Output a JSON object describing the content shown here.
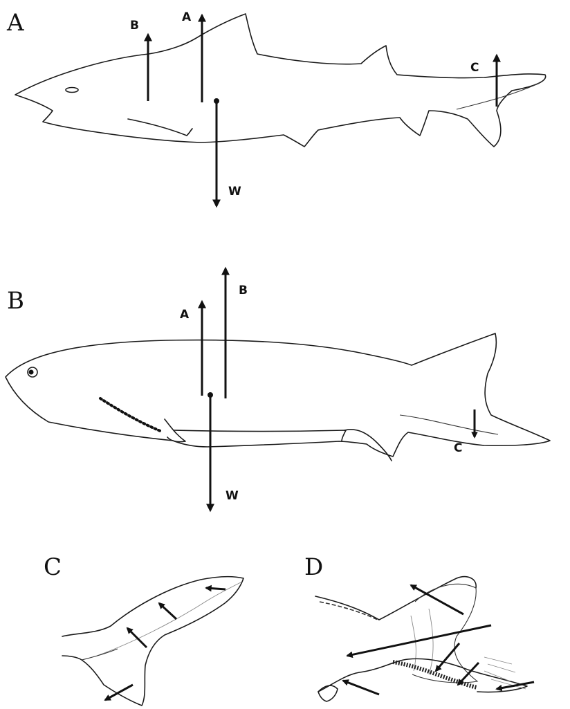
{
  "panels": {
    "A": {
      "letter": "A",
      "labels": {
        "buoyancy": "B",
        "lift": "A",
        "caudal": "C",
        "weight": "W"
      }
    },
    "B": {
      "letter": "B",
      "labels": {
        "lift": "A",
        "buoyancy": "B",
        "caudal": "C",
        "weight": "W"
      }
    },
    "C": {
      "letter": "C"
    },
    "D": {
      "letter": "D"
    }
  }
}
